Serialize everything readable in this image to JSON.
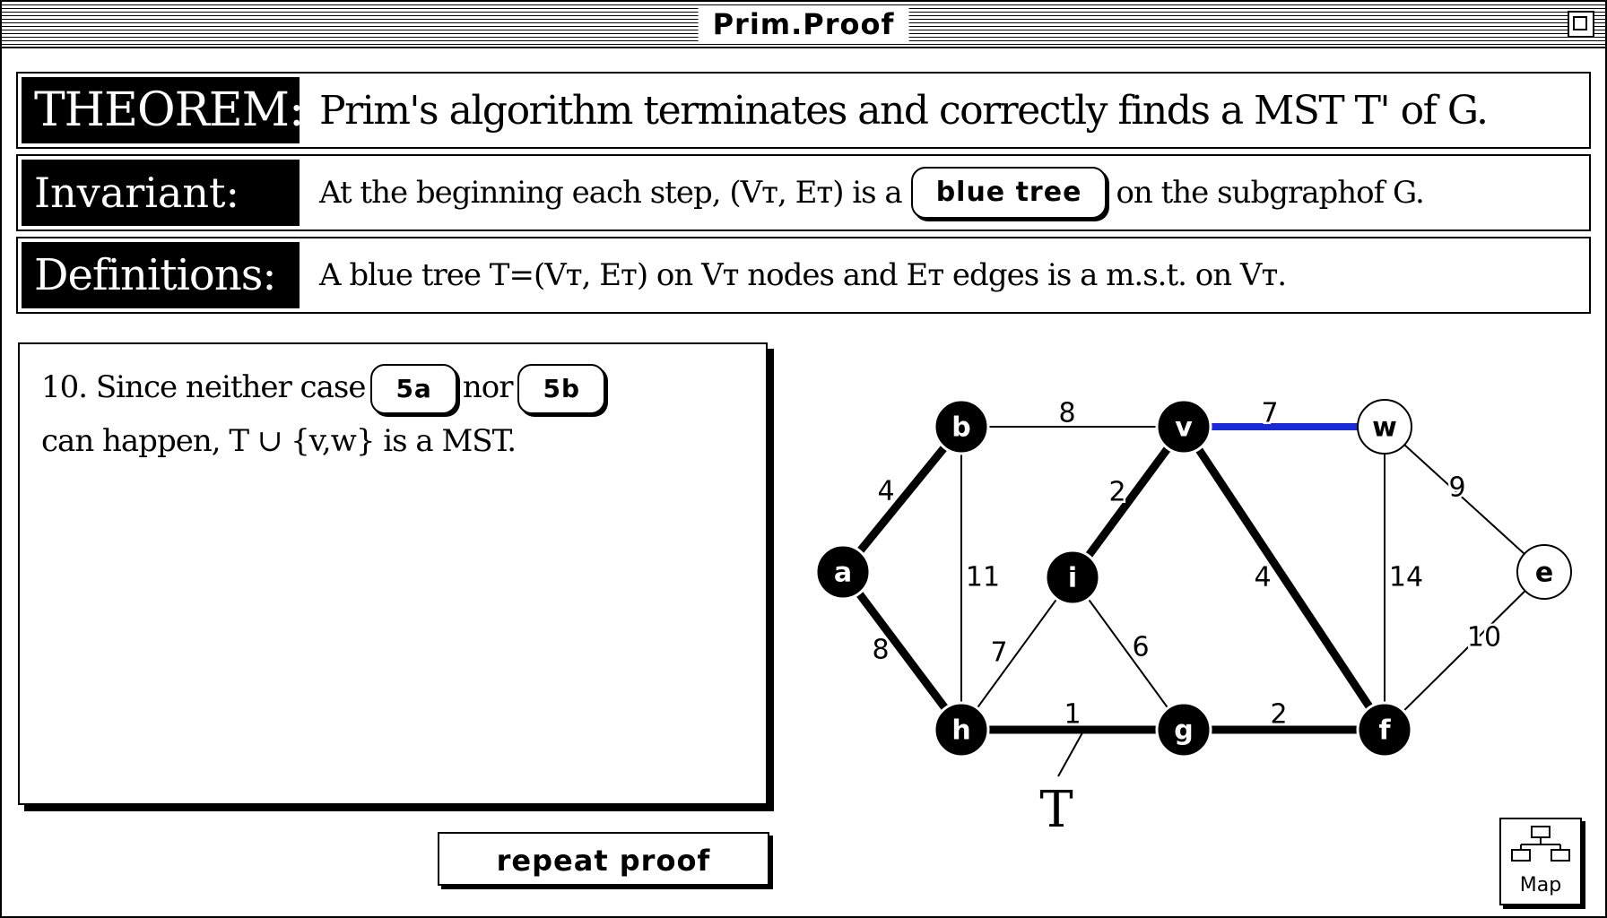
{
  "window": {
    "title": "Prim.Proof"
  },
  "theorem": {
    "label": "THEOREM:",
    "text": "Prim's algorithm terminates and correctly finds a MST T' of G."
  },
  "invariant": {
    "label": "Invariant:",
    "text_before": "At the beginning  each step, (Vᴛ, Eᴛ) is a",
    "button": "blue tree",
    "text_after": "on the subgraphof  G."
  },
  "definitions": {
    "label": "Definitions:",
    "text": "A blue tree T=(Vᴛ, Eᴛ) on Vᴛ nodes and Eᴛ edges is a m.s.t. on Vᴛ."
  },
  "proof": {
    "step_num": "10.",
    "text1": "Since neither case",
    "case_a": "5a",
    "text2": "nor",
    "case_b": "5b",
    "text3": "can happen, T ∪ {v,w} is a MST."
  },
  "repeat_button": "repeat proof",
  "map_button": "Map",
  "graph": {
    "tree_label": "T",
    "nodes": [
      {
        "id": "a",
        "label": "a",
        "filled": true
      },
      {
        "id": "b",
        "label": "b",
        "filled": true
      },
      {
        "id": "h",
        "label": "h",
        "filled": true
      },
      {
        "id": "i",
        "label": "i",
        "filled": true
      },
      {
        "id": "v",
        "label": "v",
        "filled": true
      },
      {
        "id": "g",
        "label": "g",
        "filled": true
      },
      {
        "id": "f",
        "label": "f",
        "filled": true
      },
      {
        "id": "w",
        "label": "w",
        "filled": false
      },
      {
        "id": "e",
        "label": "e",
        "filled": false
      }
    ],
    "edges": [
      {
        "from": "a",
        "to": "b",
        "weight": "4",
        "style": "tree"
      },
      {
        "from": "a",
        "to": "h",
        "weight": "8",
        "style": "tree"
      },
      {
        "from": "b",
        "to": "v",
        "weight": "8",
        "style": "thin"
      },
      {
        "from": "b",
        "to": "h",
        "weight": "11",
        "style": "thin"
      },
      {
        "from": "v",
        "to": "i",
        "weight": "2",
        "style": "tree"
      },
      {
        "from": "v",
        "to": "f",
        "weight": "4",
        "style": "tree"
      },
      {
        "from": "v",
        "to": "w",
        "weight": "7",
        "style": "blue"
      },
      {
        "from": "i",
        "to": "h",
        "weight": "7",
        "style": "thin"
      },
      {
        "from": "i",
        "to": "g",
        "weight": "6",
        "style": "thin"
      },
      {
        "from": "h",
        "to": "g",
        "weight": "1",
        "style": "tree"
      },
      {
        "from": "g",
        "to": "f",
        "weight": "2",
        "style": "tree"
      },
      {
        "from": "w",
        "to": "f",
        "weight": "14",
        "style": "thin"
      },
      {
        "from": "w",
        "to": "e",
        "weight": "9",
        "style": "thin"
      },
      {
        "from": "e",
        "to": "f",
        "weight": "10",
        "style": "thin"
      }
    ],
    "colors": {
      "tree": "#000000",
      "candidate": "#1a2ad6"
    }
  }
}
